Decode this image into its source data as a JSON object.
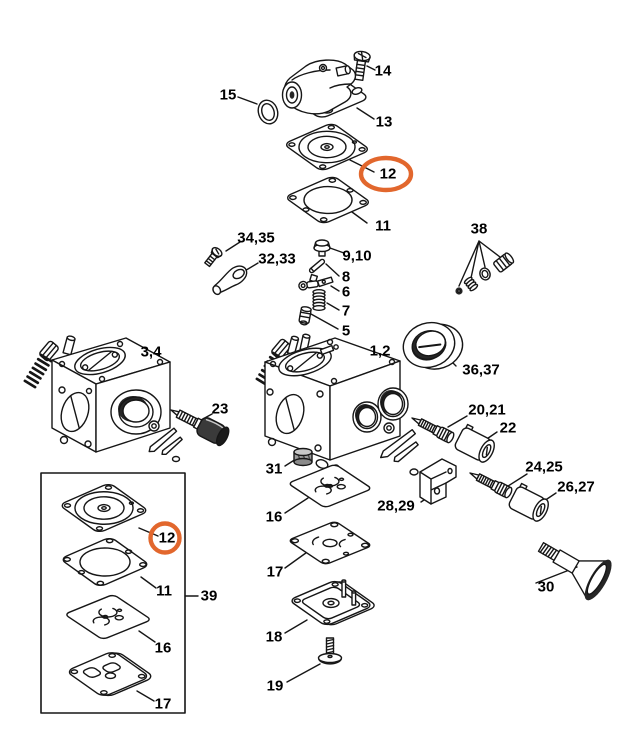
{
  "meta": {
    "title": "Carburetor exploded parts diagram",
    "diagram_type": "exploded-view"
  },
  "theme": {
    "background": "#ffffff",
    "line_color": "#161616",
    "label_color": "#000000",
    "highlight_color": "#e2672d"
  },
  "callouts": [
    {
      "text": "14",
      "circled": false
    },
    {
      "text": "15",
      "circled": false
    },
    {
      "text": "13",
      "circled": false
    },
    {
      "text": "12",
      "circled": true
    },
    {
      "text": "11",
      "circled": false
    },
    {
      "text": "34,35",
      "circled": false
    },
    {
      "text": "32,33",
      "circled": false
    },
    {
      "text": "9,10",
      "circled": false
    },
    {
      "text": "8",
      "circled": false
    },
    {
      "text": "6",
      "circled": false
    },
    {
      "text": "7",
      "circled": false
    },
    {
      "text": "5",
      "circled": false
    },
    {
      "text": "38",
      "circled": false
    },
    {
      "text": "3,4",
      "circled": false
    },
    {
      "text": "1,2",
      "circled": false
    },
    {
      "text": "36,37",
      "circled": false
    },
    {
      "text": "23",
      "circled": false
    },
    {
      "text": "20,21",
      "circled": false
    },
    {
      "text": "22",
      "circled": false
    },
    {
      "text": "24,25",
      "circled": false
    },
    {
      "text": "26,27",
      "circled": false
    },
    {
      "text": "31",
      "circled": false
    },
    {
      "text": "28,29",
      "circled": false
    },
    {
      "text": "16",
      "circled": false
    },
    {
      "text": "17",
      "circled": false
    },
    {
      "text": "30",
      "circled": false
    },
    {
      "text": "18",
      "circled": false
    },
    {
      "text": "19",
      "circled": false
    },
    {
      "text": "12",
      "circled": true
    },
    {
      "text": "11",
      "circled": false
    },
    {
      "text": "16",
      "circled": false
    },
    {
      "text": "17",
      "circled": false
    },
    {
      "text": "39",
      "circled": false
    }
  ]
}
